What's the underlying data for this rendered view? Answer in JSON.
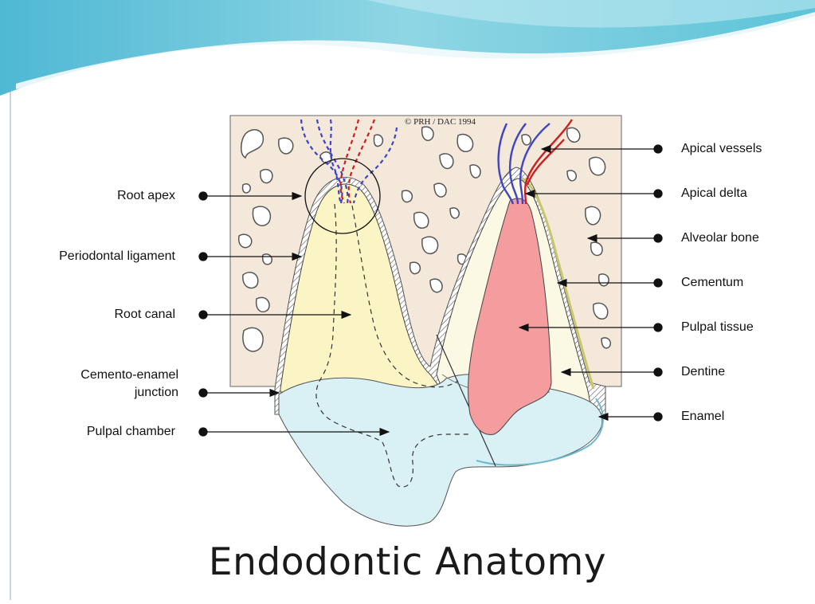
{
  "title": "Endodontic Anatomy",
  "copyright": "© PRH / DAC 1994",
  "colors": {
    "bone": "#f3e8d9",
    "root_dentine": "#fbf5c6",
    "crown": "#d9f0f5",
    "pulp": "#f59c9f",
    "artery": "#cc1f1f",
    "vein": "#2a3bc4",
    "header_teal": "#5fc1d6"
  },
  "labels_left": {
    "root_apex": "Root apex",
    "periodontal_ligament": "Periodontal ligament",
    "root_canal": "Root canal",
    "cemento_enamel_junction": "Cemento-enamel\njunction",
    "pulpal_chamber": "Pulpal chamber"
  },
  "labels_right": {
    "apical_vessels": "Apical vessels",
    "apical_delta": "Apical delta",
    "alveolar_bone": "Alveolar bone",
    "cementum": "Cementum",
    "pulpal_tissue": "Pulpal tissue",
    "dentine": "Dentine",
    "enamel": "Enamel"
  }
}
